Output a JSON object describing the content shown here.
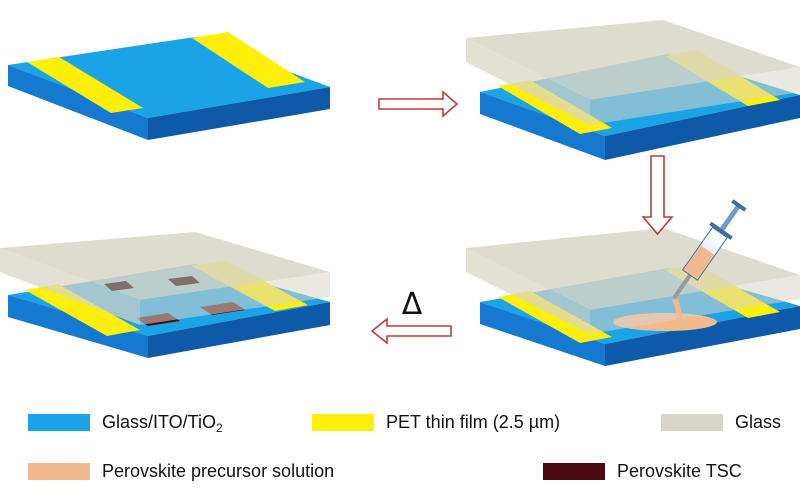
{
  "colors": {
    "substrate_top": "#1aa3e6",
    "substrate_front": "#1479cf",
    "substrate_side": "#0e5aa8",
    "pet_film": "#ffef0a",
    "glass": "#d8d6c6",
    "precursor": "#f2b98e",
    "tsc": "#4a0c10",
    "arrow": "#c23a3a"
  },
  "diagram": {
    "heat_symbol": "Δ"
  },
  "legend": {
    "substrate": {
      "prefix": "Glass/ITO/TiO",
      "subscript": "2"
    },
    "pet": {
      "label": "PET thin film (2.5 µm)"
    },
    "glass": {
      "label": "Glass"
    },
    "precursor": {
      "label": "Perovskite precursor solution"
    },
    "tsc": {
      "label": "Perovskite TSC"
    }
  }
}
